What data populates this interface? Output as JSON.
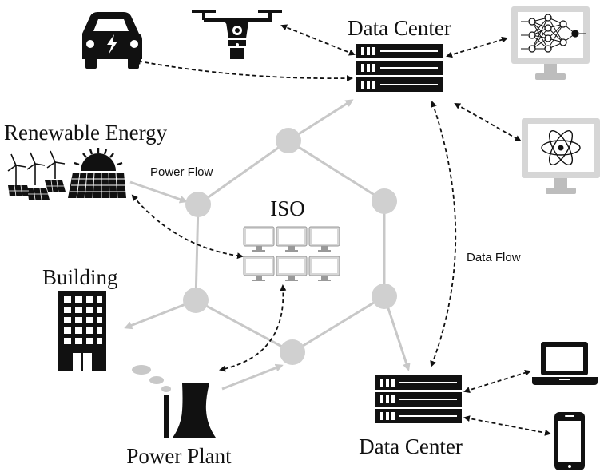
{
  "labels": {
    "data_center_top": "Data Center",
    "data_center_bottom": "Data Center",
    "renewable_energy": "Renewable Energy",
    "power_flow": "Power Flow",
    "iso": "ISO",
    "data_flow": "Data Flow",
    "building": "Building",
    "power_plant": "Power Plant"
  },
  "colors": {
    "power_grid": "#c8c8c8",
    "node": "#d0d0d0",
    "icons": "#111111",
    "monitor": "#d6d6d6"
  },
  "icons": [
    "electric-car-icon",
    "drone-icon",
    "server-rack-icon",
    "neural-network-monitor-icon",
    "atom-monitor-icon",
    "wind-turbines-icon",
    "solar-panel-icon",
    "iso-monitor-grid-icon",
    "building-icon",
    "power-plant-icon",
    "laptop-icon",
    "smartphone-icon"
  ]
}
